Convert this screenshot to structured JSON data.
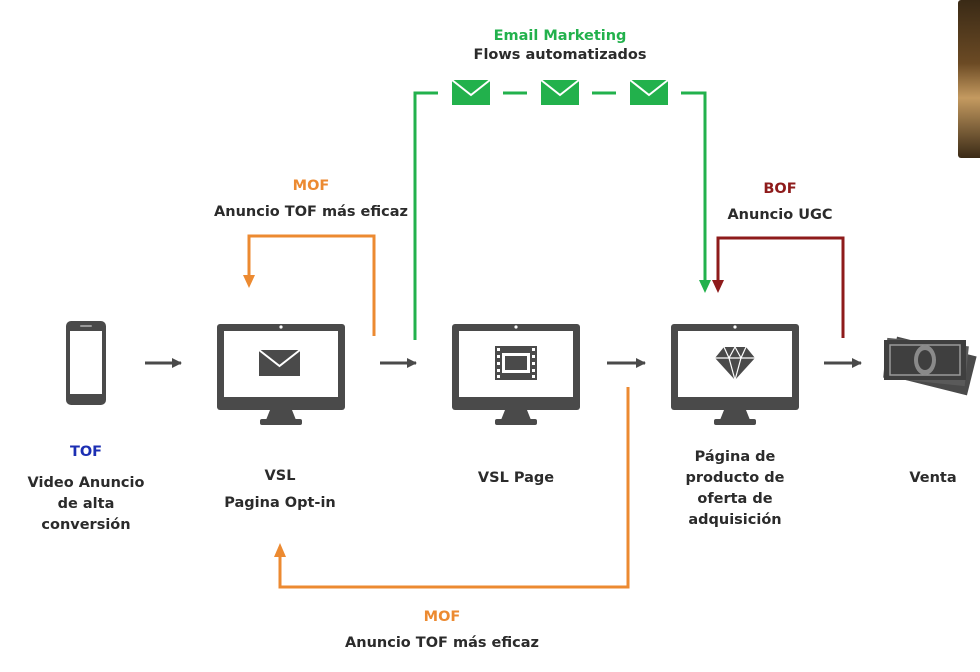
{
  "email": {
    "title": "Email Marketing",
    "subtitle": "Flows automatizados"
  },
  "mof_top": {
    "title": "MOF",
    "subtitle": "Anuncio TOF más eficaz"
  },
  "bof": {
    "title": "BOF",
    "subtitle": "Anuncio UGC"
  },
  "mof_bottom": {
    "title": "MOF",
    "subtitle": "Anuncio TOF más eficaz"
  },
  "stages": [
    {
      "title": "TOF",
      "label": "Video Anuncio de alta conversión",
      "icon": "smartphone-icon"
    },
    {
      "label_line1": "VSL",
      "label_line2": "Pagina Opt-in",
      "icon": "envelope-icon"
    },
    {
      "label": "VSL Page",
      "icon": "film-icon"
    },
    {
      "label": "Página de producto de oferta de adquisición",
      "icon": "diamond-icon"
    },
    {
      "label": "Venta",
      "icon": "cash-icon"
    }
  ],
  "colors": {
    "green": "#22b14c",
    "orange": "#ec8a31",
    "dark_red": "#8e1b1b",
    "tof_blue": "#1c2fb3",
    "monitor": "#4a4a4a"
  }
}
